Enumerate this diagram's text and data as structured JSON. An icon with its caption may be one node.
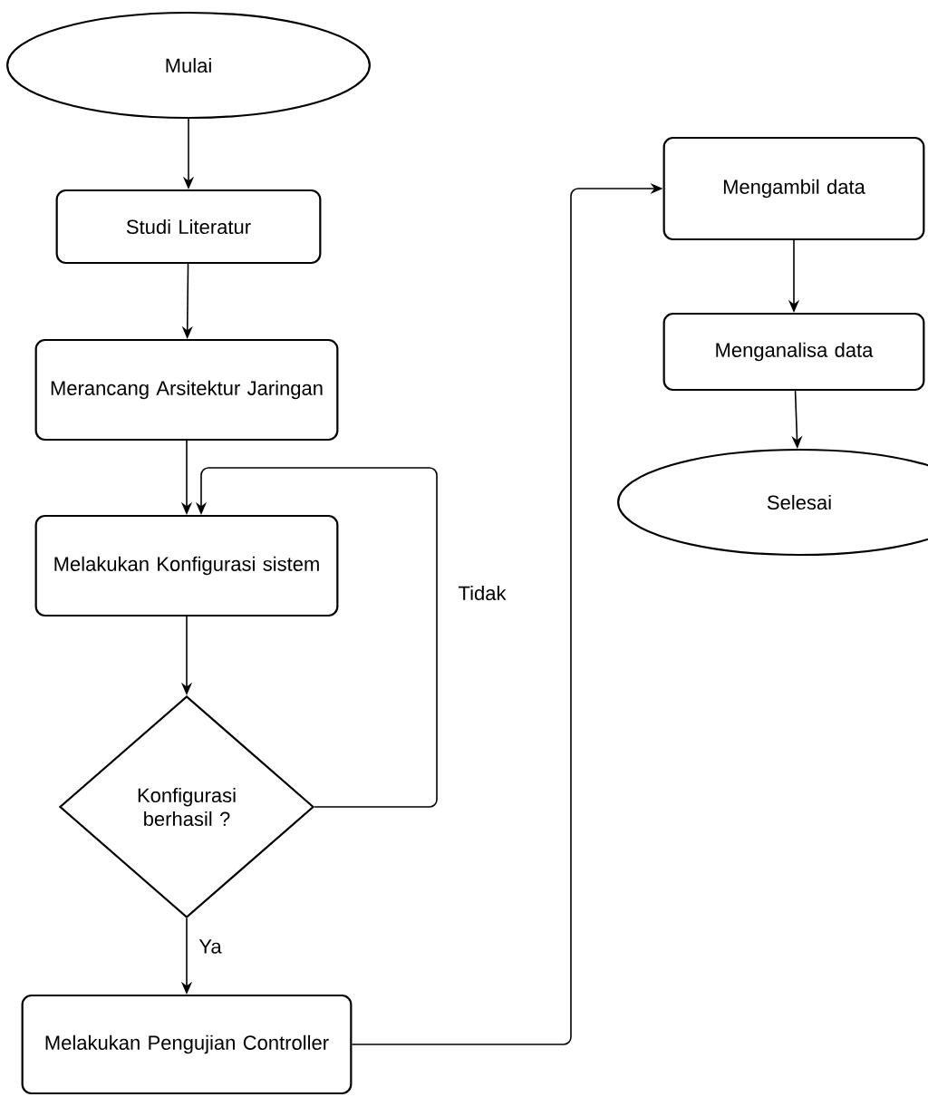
{
  "diagram": {
    "nodes": [
      {
        "text": [
          "Mulai"
        ]
      },
      {
        "text": [
          "Studi Literatur"
        ]
      },
      {
        "text": [
          "Merancang Arsitektur Jaringan"
        ]
      },
      {
        "text": [
          "Melakukan Konfigurasi sistem"
        ]
      },
      {
        "text": [
          "Konfigurasi berhasil ?"
        ]
      },
      {
        "text": [
          "Melakukan Pengujian Controller"
        ]
      },
      {
        "text": [
          "Mengambil data"
        ]
      },
      {
        "text": [
          "Menganalisa data"
        ]
      },
      {
        "text": [
          "Selesai"
        ]
      }
    ],
    "edges": [
      {
        "from": 0,
        "to": 1,
        "arrow": "to"
      },
      {
        "from": 1,
        "to": 2,
        "arrow": "to"
      },
      {
        "from": 2,
        "to": 3,
        "arrow": "to"
      },
      {
        "from": 3,
        "to": 4,
        "arrow": "to"
      },
      {
        "from": 4,
        "to": 3,
        "arrow": "to",
        "label": "Tidak"
      },
      {
        "from": 4,
        "to": 5,
        "arrow": "to",
        "label": "Ya"
      },
      {
        "from": 5,
        "to": 6,
        "arrow": "to"
      },
      {
        "from": 6,
        "to": 7,
        "arrow": "to"
      },
      {
        "from": 7,
        "to": 8,
        "arrow": "to"
      }
    ]
  }
}
